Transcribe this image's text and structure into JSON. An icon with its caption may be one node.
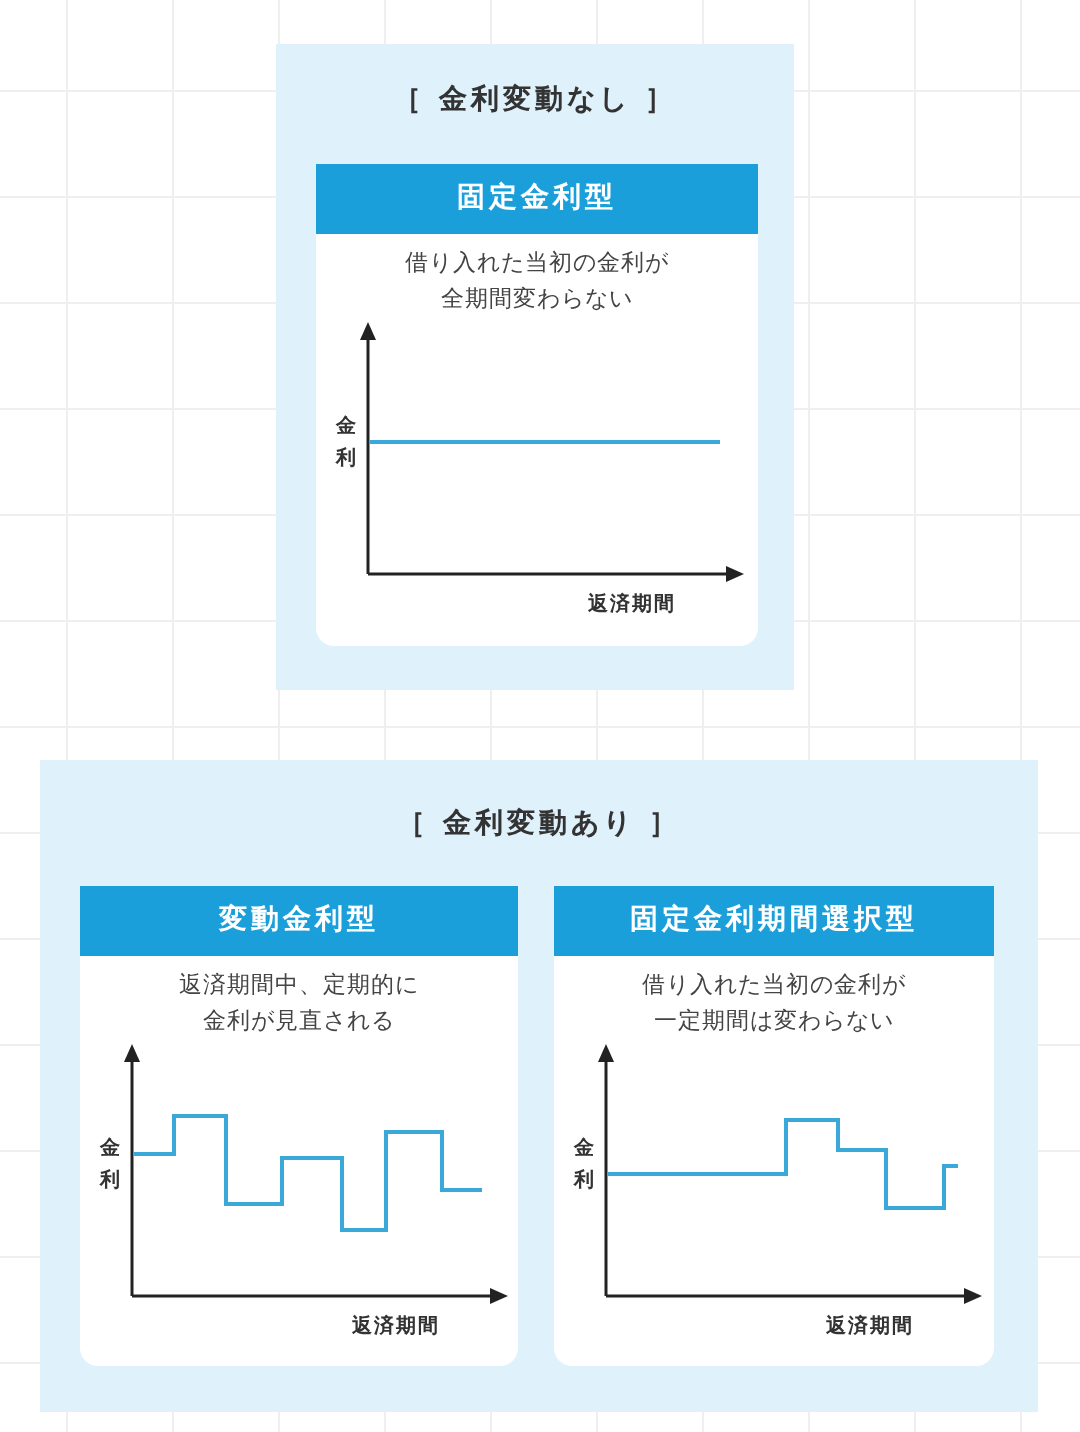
{
  "diagram": {
    "nodes": [
      {
        "text": [
          "［ 金利変動なし ］"
        ]
      },
      {
        "text": [
          "固定金利型",
          "借り入れた当初の金利が全期間変わらない",
          "金利",
          "返済期間"
        ],
        "in": 0
      },
      {
        "text": [
          "［ 金利変動あり ］"
        ]
      },
      {
        "text": [
          "変動金利型",
          "返済期間中、定期的に金利が見直される",
          "金利",
          "返済期間"
        ],
        "in": 2
      },
      {
        "text": [
          "固定金利期間選択型",
          "借り入れた当初の金利が一定期間は変わらない",
          "金利",
          "返済期間"
        ],
        "in": 2
      }
    ]
  }
}
